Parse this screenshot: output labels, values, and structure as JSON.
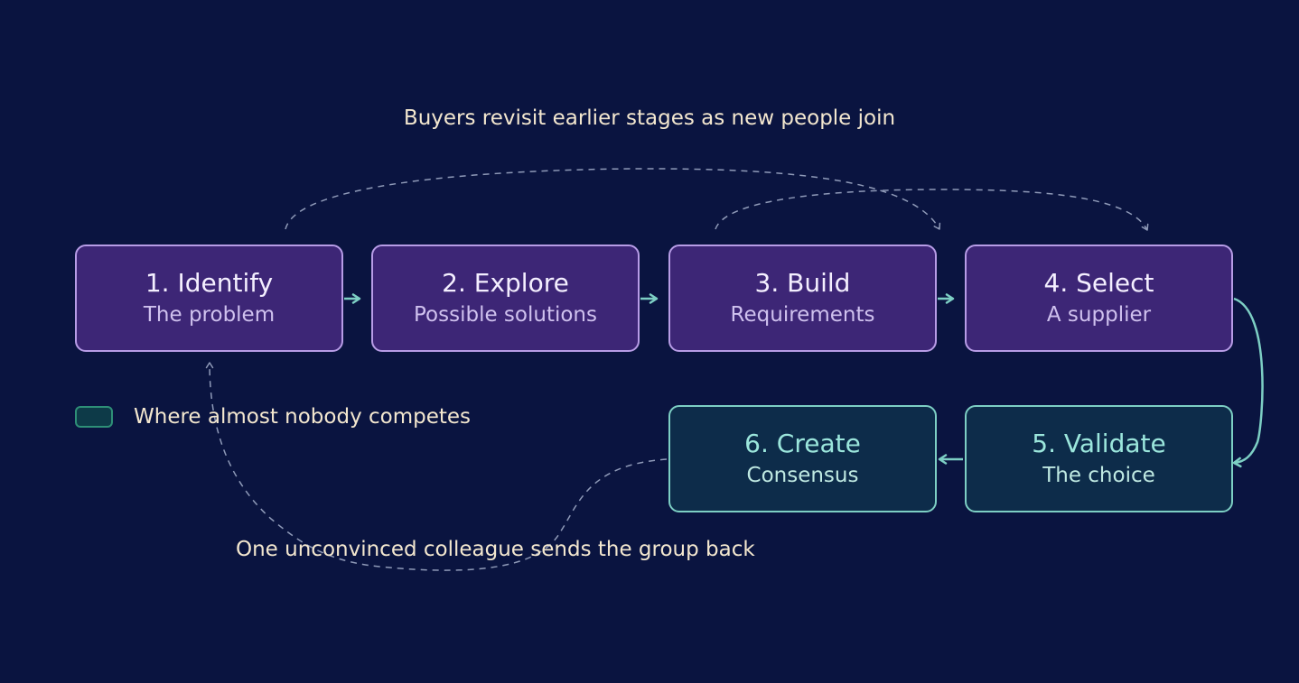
{
  "captions": {
    "top": "Buyers revisit earlier stages as new people join",
    "bottom": "One unconvinced colleague sends the group back"
  },
  "legend": {
    "label": "Where almost nobody competes",
    "swatch_color": "#0d3a48",
    "swatch_border": "#2e8f77"
  },
  "stages": [
    {
      "title": "1. Identify",
      "subtitle": "The problem",
      "highlight": false
    },
    {
      "title": "2. Explore",
      "subtitle": "Possible solutions",
      "highlight": false
    },
    {
      "title": "3. Build",
      "subtitle": "Requirements",
      "highlight": false
    },
    {
      "title": "4. Select",
      "subtitle": "A supplier",
      "highlight": false
    },
    {
      "title": "5. Validate",
      "subtitle": "The choice",
      "highlight": true
    },
    {
      "title": "6. Create",
      "subtitle": "Consensus",
      "highlight": true
    }
  ],
  "colors": {
    "background": "#0a1440",
    "stage_fill": "#3d2676",
    "stage_border": "#b79ce6",
    "highlight_fill": "#0d2c4a",
    "highlight_border": "#7dcfc4",
    "arrow": "#7dcfc4",
    "dashed": "#8f9ab8",
    "caption": "#f3e7cf"
  }
}
